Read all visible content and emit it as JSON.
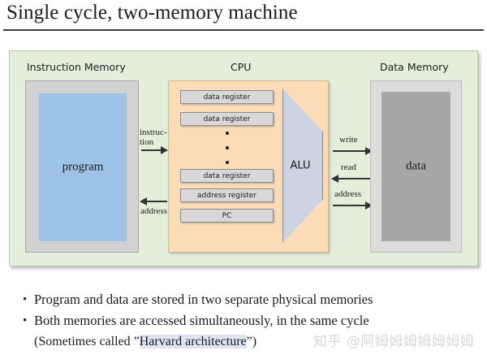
{
  "slide": {
    "title": "Single cycle, two-memory machine"
  },
  "diagram": {
    "instruction_memory": {
      "caption": "Instruction Memory",
      "content_label": "program"
    },
    "cpu": {
      "caption": "CPU",
      "registers": [
        "data register",
        "data register",
        "data register",
        "address register",
        "PC"
      ],
      "ellipsis_dots": 3,
      "alu_label": "ALU"
    },
    "data_memory": {
      "caption": "Data Memory",
      "content_label": "data"
    },
    "arrows": {
      "instruction": "instruc-tion",
      "address_left": "address",
      "write": "write",
      "read": "read",
      "address_right": "address"
    }
  },
  "bullets": {
    "marker": "•",
    "items": [
      "Program and data are stored in two separate physical memories",
      "Both memories are accessed simultaneously, in the same cycle"
    ],
    "sub_note_prefix": "(Sometimes called ”",
    "sub_note_highlight": "Harvard architecture",
    "sub_note_suffix": "”)"
  },
  "watermark": {
    "text": "知乎 @阿姆姆姆姆姆姆姆"
  },
  "colors": {
    "panel_green": "#e3eedb",
    "cpu_orange": "#fbdcb7",
    "program_blue": "#9dc3e6",
    "data_gray": "#a9a6a6",
    "alu_blue_gray": "#ccd3e2",
    "register_gray": "#d8d8d8",
    "highlight_blue": "#dde5f3"
  }
}
